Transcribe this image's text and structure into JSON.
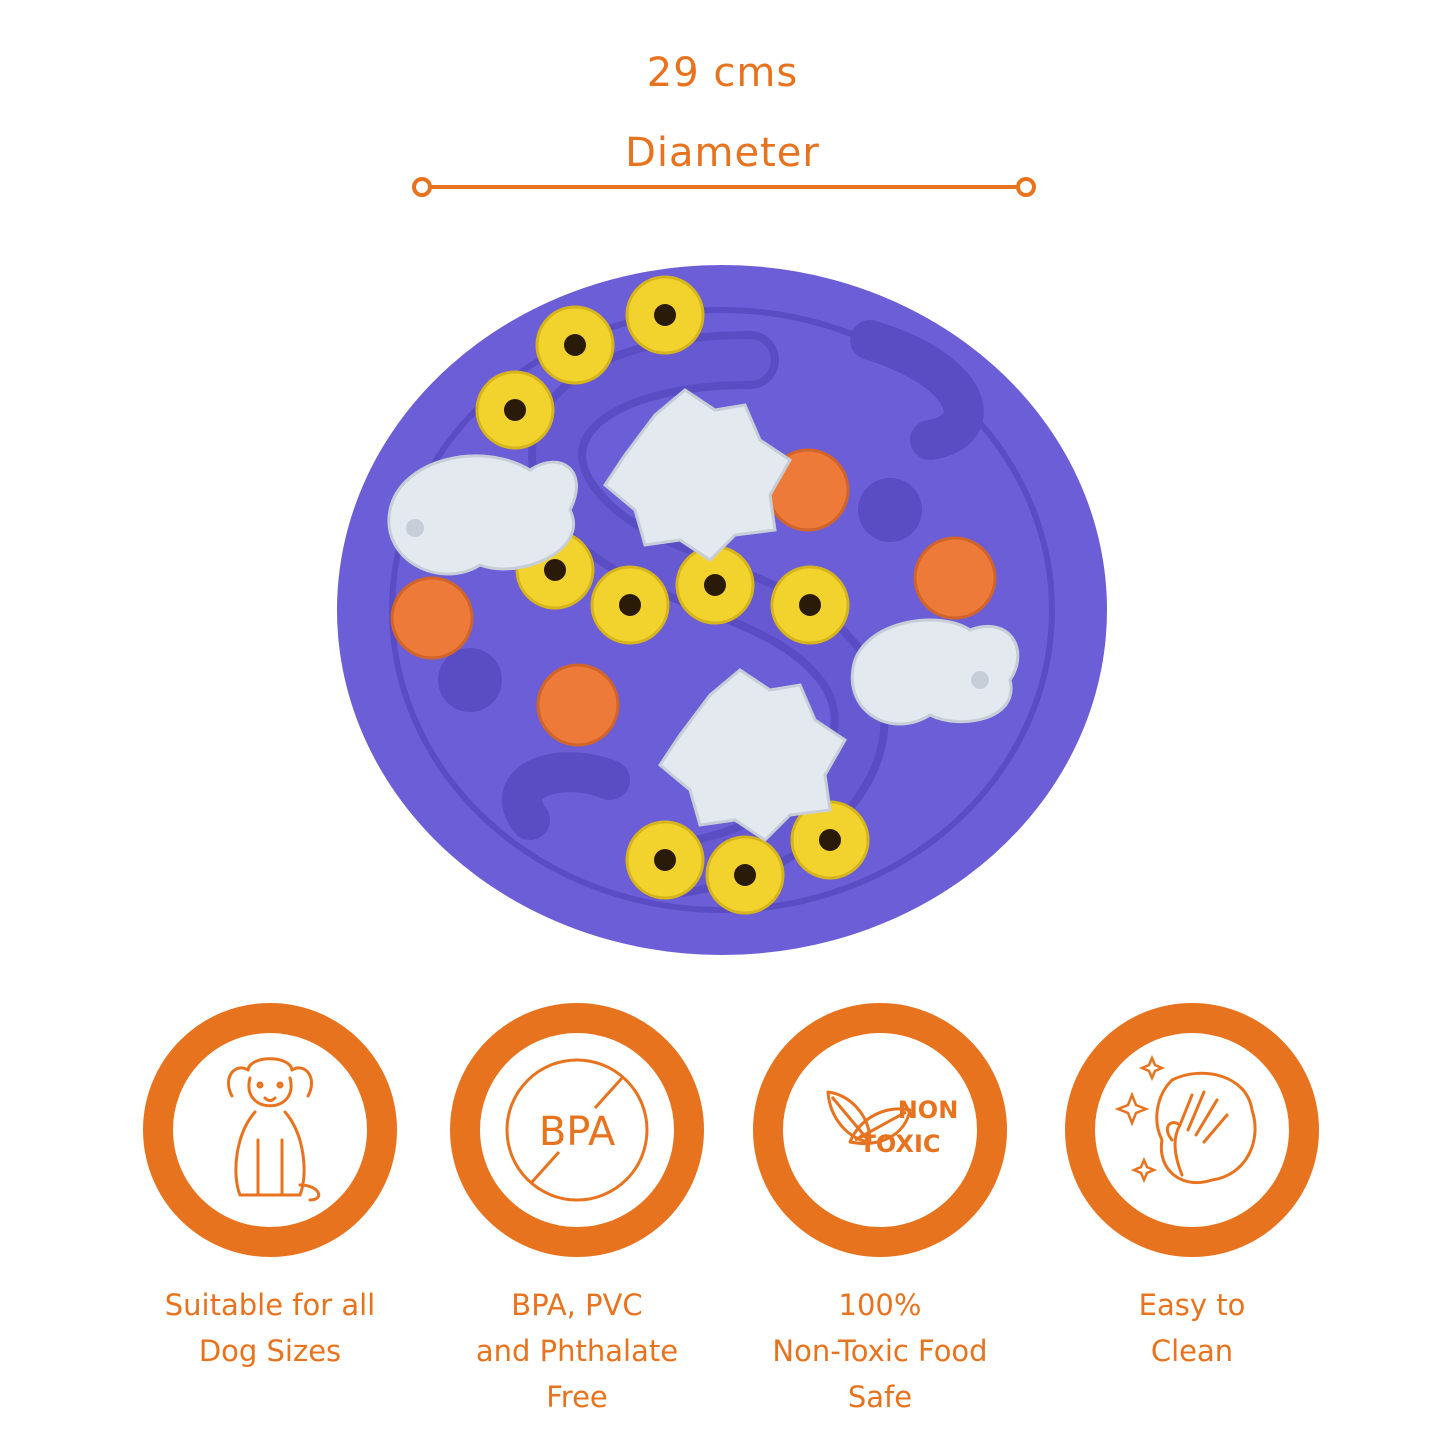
{
  "dimension": {
    "value": "29 cms",
    "label": "Diameter"
  },
  "colors": {
    "accent": "#E8731F",
    "toy_base": "#6B5ED6",
    "toy_groove": "#5A4DC4",
    "cone_yellow": "#F2D22C",
    "ball_orange": "#EE7A3A",
    "lid_white": "#E4E9F0"
  },
  "features": [
    {
      "icon": "dog-icon",
      "lines": [
        "Suitable for all",
        "Dog Sizes"
      ]
    },
    {
      "icon": "bpa-free-icon",
      "badge_text": "BPA",
      "lines": [
        "BPA, PVC",
        "and Phthalate",
        "Free"
      ]
    },
    {
      "icon": "leaf-icon",
      "badge_text_1": "NON",
      "badge_text_2": "TOXIC",
      "lines": [
        "100%",
        "Non-Toxic Food",
        "Safe"
      ]
    },
    {
      "icon": "hand-wipe-icon",
      "lines": [
        "Easy to",
        "Clean"
      ]
    }
  ]
}
